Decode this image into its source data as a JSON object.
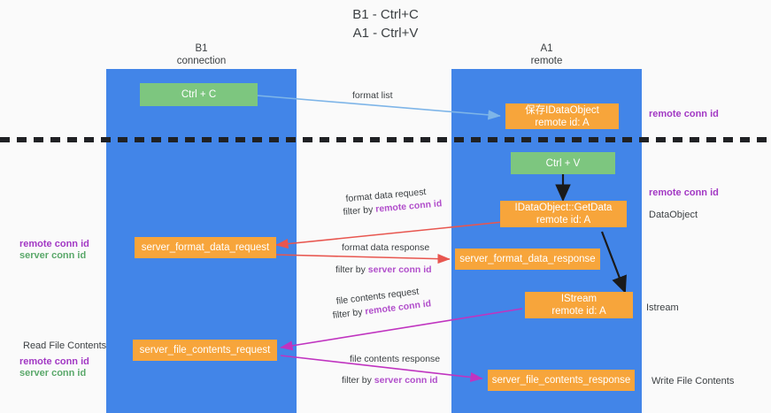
{
  "title": {
    "line1": "B1 - Ctrl+C",
    "line2": "A1 - Ctrl+V"
  },
  "lanes": [
    {
      "id": "b1",
      "name": "B1",
      "sub": "connection",
      "color": "#4285e8"
    },
    {
      "id": "a1",
      "name": "A1",
      "sub": "remote",
      "color": "#4285e8"
    }
  ],
  "nodes": [
    {
      "id": "ctrl-c",
      "line1": "Ctrl + C",
      "line2": "",
      "color": "#7dc67f"
    },
    {
      "id": "save-idataobject",
      "line1": "保存IDataObject",
      "line2": "remote id: A",
      "color": "#f7a53b"
    },
    {
      "id": "ctrl-v",
      "line1": "Ctrl + V",
      "line2": "",
      "color": "#7dc67f"
    },
    {
      "id": "idataobject-getdata",
      "line1": "IDataObject::GetData",
      "line2": "remote id: A",
      "color": "#f7a53b"
    },
    {
      "id": "server-format-data-request",
      "line1": "server_format_data_request",
      "line2": "",
      "color": "#f7a53b"
    },
    {
      "id": "server-format-data-response",
      "line1": "server_format_data_response",
      "line2": "",
      "color": "#f7a53b"
    },
    {
      "id": "istream",
      "line1": "IStream",
      "line2": "remote id: A",
      "color": "#f7a53b"
    },
    {
      "id": "server-file-contents-request",
      "line1": "server_file_contents_request",
      "line2": "",
      "color": "#f7a53b"
    },
    {
      "id": "server-file-contents-response",
      "line1": "server_file_contents_response",
      "line2": "",
      "color": "#f7a53b"
    }
  ],
  "edges": [
    {
      "id": "format-list",
      "label1": "format list",
      "label2": "",
      "color": "#7eb5e8"
    },
    {
      "id": "format-data-request",
      "label1": "format data request",
      "label2_prefix": "filter by ",
      "label2_key": "remote conn id",
      "color": "#e8564f"
    },
    {
      "id": "format-data-response",
      "label1": "format data response",
      "label2_prefix": "filter by ",
      "label2_key": "server conn id",
      "color": "#e8564f"
    },
    {
      "id": "file-contents-request",
      "label1": "file contents request",
      "label2_prefix": "filter by ",
      "label2_key": "remote conn id",
      "color": "#c034c0"
    },
    {
      "id": "file-contents-response",
      "label1": "file contents response",
      "label2_prefix": "filter by ",
      "label2_key": "server conn id",
      "color": "#c034c0"
    }
  ],
  "annotations": {
    "right_remote_conn_id_top": "remote conn id",
    "right_remote_conn_id_mid": "remote conn id",
    "right_dataobject": "DataObject",
    "right_istream": "Istream",
    "right_write_file_contents": "Write File Contents",
    "left_remote_conn_id_mid": "remote conn id",
    "left_server_conn_id_mid": "server conn id",
    "left_read_file_contents": "Read File Contents",
    "left_remote_conn_id_bot": "remote conn id",
    "left_server_conn_id_bot": "server conn id"
  },
  "edge_labels": {
    "format_list": "format list",
    "format_data_request": "format data request",
    "format_data_response": "format data response",
    "file_contents_request": "file contents request",
    "file_contents_response": "file contents response",
    "filter_by": "filter by ",
    "remote_conn_id": "remote conn id",
    "server_conn_id": "server conn id"
  },
  "colors": {
    "lane": "#4285e8",
    "green_node": "#7dc67f",
    "orange_node": "#f7a53b",
    "purple": "#a238c4",
    "green_text": "#5aa86a",
    "red_arrow": "#e8564f",
    "magenta_arrow": "#c034c0",
    "blue_arrow": "#7eb5e8",
    "dashed_divider": "#202124",
    "background": "#fafafa"
  }
}
